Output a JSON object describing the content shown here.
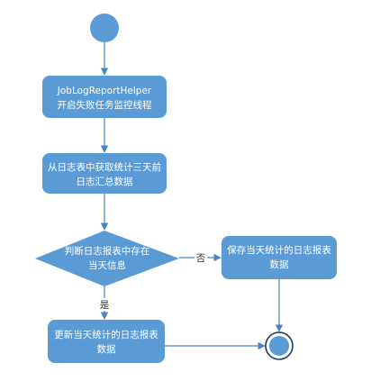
{
  "colors": {
    "node_fill": "#5b9bd5",
    "edge": "#4a86c5",
    "label": "#ffffff",
    "edge_label": "#333333",
    "background": "#ffffff"
  },
  "nodes": {
    "start": {
      "shape": "start-circle"
    },
    "init": {
      "line1": "JobLogReportHelper",
      "line2": "开启失败任务监控线程"
    },
    "fetch": {
      "line1": "从日志表中获取统计三天前",
      "line2": "日志汇总数据"
    },
    "decision": {
      "line1": "判断日志报表中存在",
      "line2": "当天信息"
    },
    "save": {
      "line1": "保存当天统计的日志报表",
      "line2": "数据"
    },
    "update": {
      "line1": "更新当天统计的日志报表",
      "line2": "数据"
    },
    "end": {
      "shape": "end-circle"
    }
  },
  "edges": {
    "no_label": "否",
    "yes_label": "是"
  }
}
